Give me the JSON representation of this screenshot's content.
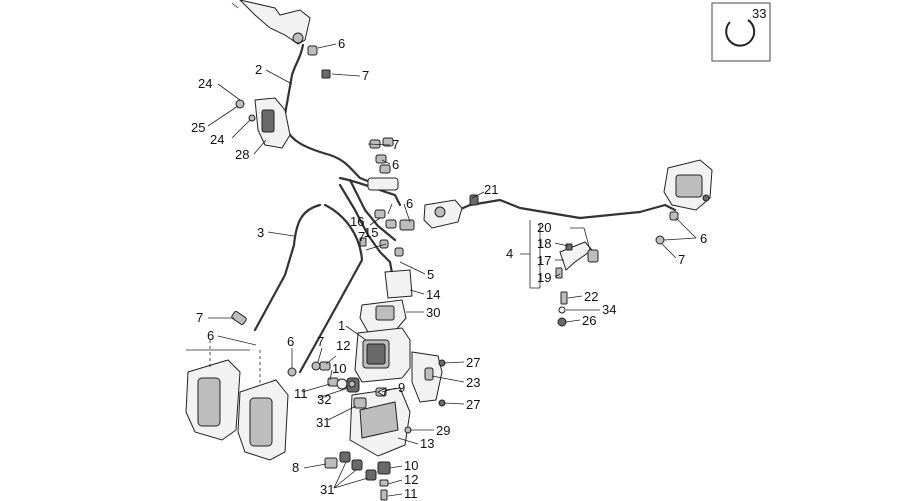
{
  "callouts": {
    "c33": "33",
    "c6_top": "6",
    "c7_top": "7",
    "c2": "2",
    "c24_a": "24",
    "c25": "25",
    "c24_b": "24",
    "c28": "28",
    "c7_mid": "7",
    "c6_mid": "6",
    "c21": "21",
    "c6_center": "6",
    "c16": "16",
    "c7_center": "7",
    "c15": "15",
    "c3": "3",
    "c5": "5",
    "c14": "14",
    "c30": "30",
    "c20": "20",
    "c18": "18",
    "c17": "17",
    "c19": "19",
    "c4": "4",
    "c6_right": "6",
    "c7_right": "7",
    "c22": "22",
    "c34": "34",
    "c26": "26",
    "c7_left": "7",
    "c6_left": "6",
    "c1": "1",
    "c6_low": "6",
    "c7_low": "7",
    "c12_a": "12",
    "c10_a": "10",
    "c11_a": "11",
    "c32": "32",
    "c9": "9",
    "c31_a": "31",
    "c27_a": "27",
    "c23": "23",
    "c27_b": "27",
    "c29": "29",
    "c13": "13",
    "c8": "8",
    "c10_b": "10",
    "c31_b": "31",
    "c12_b": "12",
    "c11_b": "11"
  }
}
